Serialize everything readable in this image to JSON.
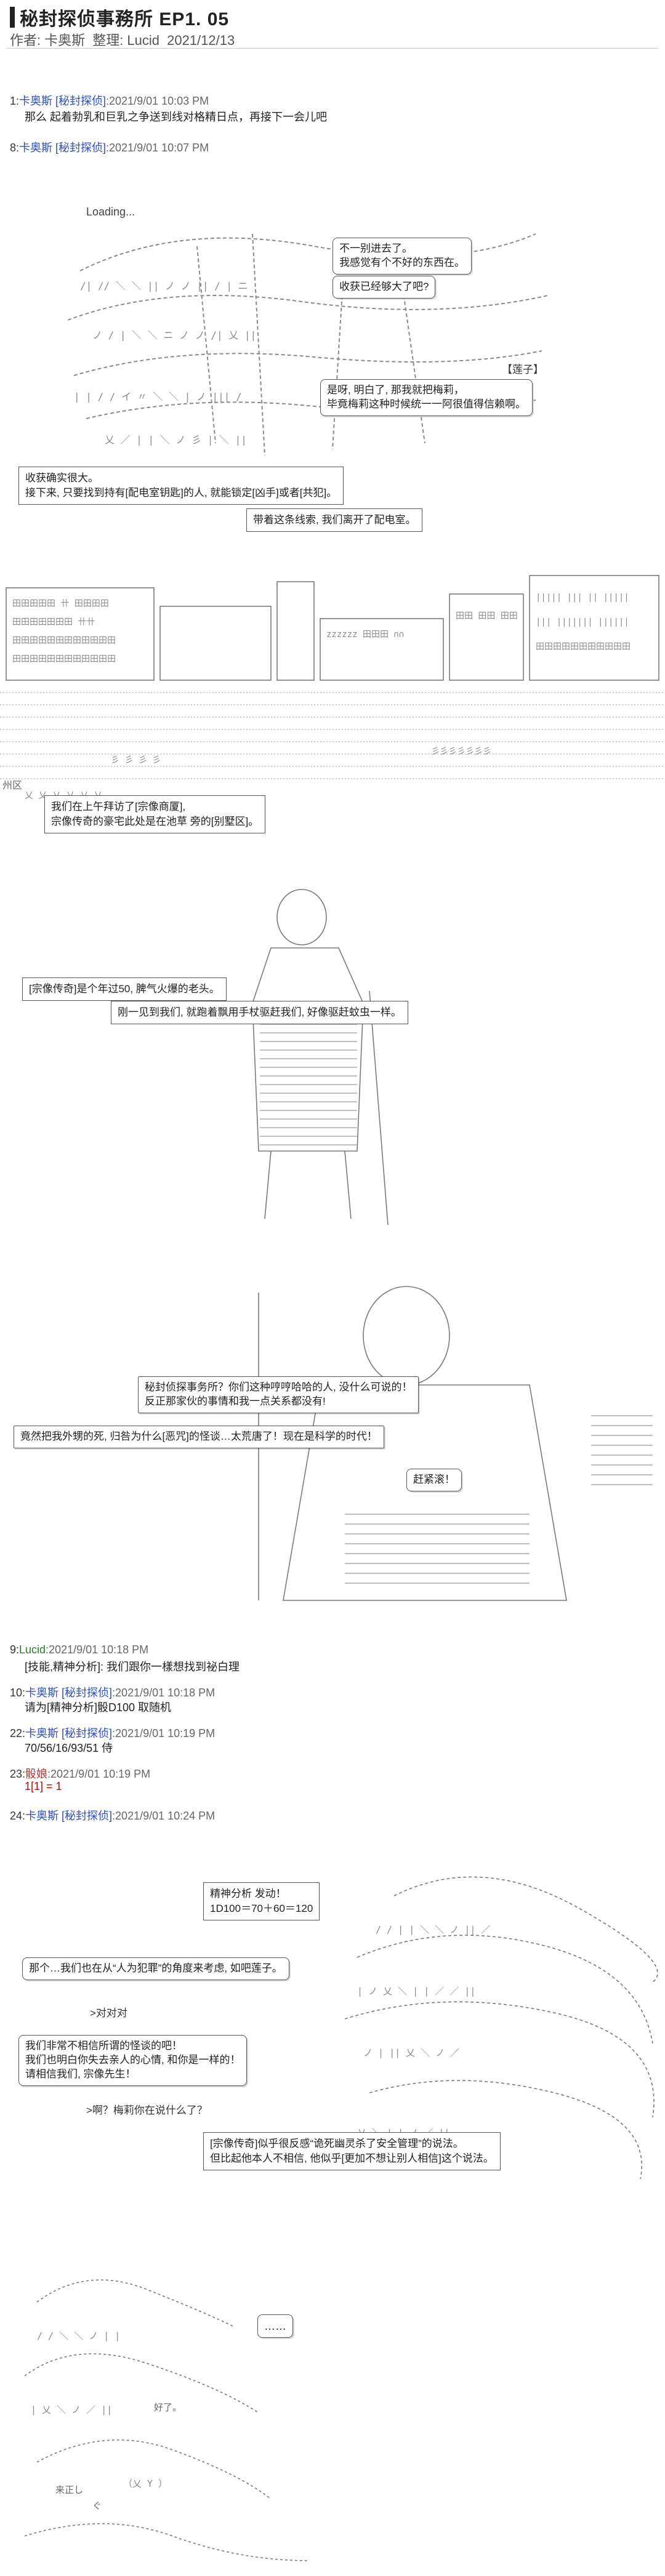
{
  "header": {
    "title": "秘封探侦事務所 EP1. 05",
    "author_label": "作者:",
    "author": "卡奥斯",
    "editor_label": "整理:",
    "editor": "Lucid",
    "date": "2021/12/13"
  },
  "posts": [
    {
      "no": "1:",
      "name": "卡奥斯 [秘封探侦]",
      "time": ":2021/9/01 10:03 PM",
      "text": "那么 起着勃乳和巨乳之争送到线对格精日点，再接下一会儿吧"
    },
    {
      "no": "8:",
      "name": "卡奥斯 [秘封探侦]",
      "time": ":2021/9/01 10:07 PM",
      "text": ""
    },
    {
      "no": "9:",
      "name": "Lucid",
      "time": ":2021/9/01 10:18 PM",
      "text": "[技能,精神分析]: 我们跟你一樣想找到祕白理"
    },
    {
      "no": "10:",
      "name": "卡奥斯 [秘封探侦]",
      "time": ":2021/9/01 10:18 PM",
      "text": "请为[精神分析]骰D100 取随机"
    },
    {
      "no": "22:",
      "name": "卡奥斯 [秘封探侦]",
      "time": ":2021/9/01 10:19 PM",
      "text": "70/56/16/93/51 侍"
    },
    {
      "no": "23:",
      "name": "骰娘",
      "time": ":2021/9/01 10:19 PM",
      "text": "1[1] = 1"
    },
    {
      "no": "24:",
      "name": "卡奥斯 [秘封探侦]",
      "time": ":2021/9/01 10:24 PM",
      "text": ""
    }
  ],
  "scene1": {
    "loading": "Loading...",
    "bubble1": [
      "不一别进去了。",
      "我感觉有个不好的东西在。"
    ],
    "bubble2": "收获已经够大了吧?",
    "speaker_tag": "【莲子】",
    "bubble3": [
      "是呀, 明白了, 那我就把梅莉，",
      "毕竟梅莉这种时候统一一阿很值得信赖啊。"
    ],
    "caption1": [
      "收获确实很大。",
      "接下来, 只要找到持有[配电室钥匙]的人, 就能锁定[凶手]或者[共犯]。"
    ],
    "caption2": "带着这条线索, 我们离开了配电室。"
  },
  "scene2": {
    "city_sign": "州区",
    "caption": [
      "我们在上午拜访了[宗像商厦], ",
      "宗像传奇的豪宅此处是在池草 旁的[别墅区]。"
    ]
  },
  "scene3": {
    "caption1": "[宗像传奇]是个年过50, 脾气火爆的老头。",
    "caption2": "刚一见到我们, 就跑着飘用手杖驱赶我们, 好像驱赶蚊虫一样。"
  },
  "scene4": {
    "bubble1": [
      "秘封侦探事务所？你们这种哼哼哈哈的人, 没什么可说的！",
      "反正那家伙的事情和我一点关系都没有!"
    ],
    "bubble2": "竟然把我外甥的死, 归咎为什么[恶咒]的怪谈…太荒唐了！现在是科学的时代！",
    "bubble3": "赶紧滚！"
  },
  "scene5": {
    "box": [
      "精神分析  发动！",
      "1D100＝70＋60＝120"
    ],
    "line1": "那个…我们也在从“人为犯罪”的角度来考虑, 如吧莲子。",
    "line2": ">对对对",
    "bubble1": [
      "我们非常不相信所谓的怪谈的吧！",
      "我们也明白你失去亲人的心情, 和你是一样的！",
      "请相信我们, 宗像先生！"
    ],
    "line3": ">啊？梅莉你在说什么了？",
    "caption": [
      "[宗像传奇]似乎很反感“诡死幽灵杀了安全管理”的说法。",
      "但比起他本人不相信, 他似乎[更加不想让别人相信]这个说法。"
    ]
  },
  "scene6": {
    "bubble": "……",
    "kana1": "好了。",
    "kana2": "来正し",
    "kana3": "ぐ",
    "aa_fragment": "（乂 Y ）"
  }
}
